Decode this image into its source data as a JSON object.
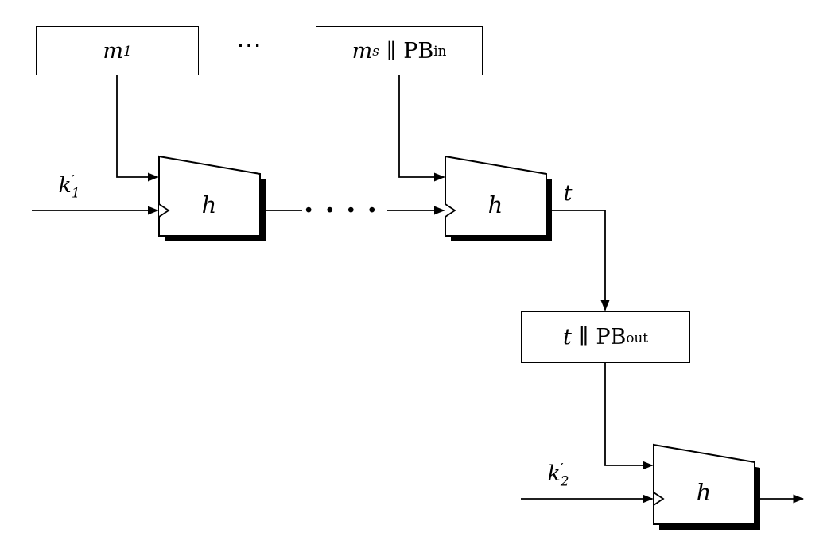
{
  "colors": {
    "line": "#000000",
    "background": "#ffffff",
    "shape_fill": "#ffffff",
    "shadow": "#000000"
  },
  "labels": {
    "message_block_1": {
      "var": "m",
      "sub": "1"
    },
    "top_ellipsis": "⋯",
    "message_block_s": {
      "var": "m",
      "sub": "s",
      "concat": "∥",
      "pad": "PB",
      "pad_sub": "in"
    },
    "key_1": {
      "var": "k",
      "prime": "′",
      "sub": "1"
    },
    "hash_1": "h",
    "hash_2": "h",
    "hash_3": "h",
    "chain_ellipsis": "····",
    "tag_wire": "t",
    "tag_block": {
      "var": "t",
      "concat": "∥",
      "pad": "PB",
      "pad_sub": "out"
    },
    "key_2": {
      "var": "k",
      "prime": "′",
      "sub": "2"
    }
  }
}
